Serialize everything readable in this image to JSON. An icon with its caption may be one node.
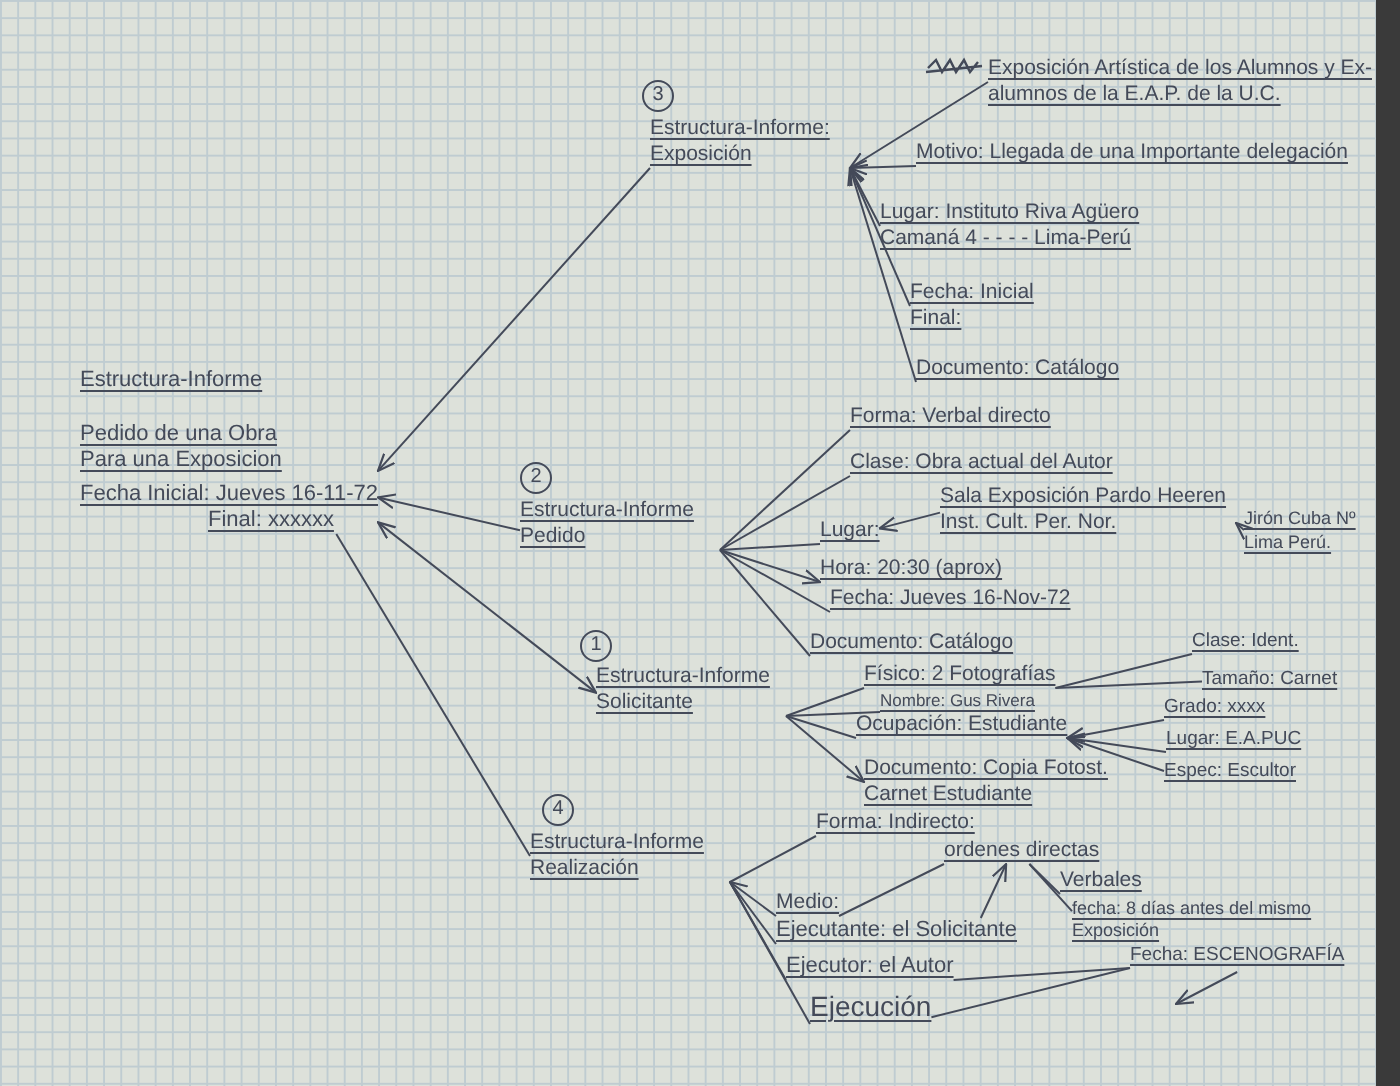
{
  "diagram": {
    "nodes": [
      {
        "text": [
          "Estructura-Informe",
          "Pedido de una Obra Para una Exposicion",
          "Fecha Inicial: Jueves 16-11-72",
          "Final: xxxxxx"
        ]
      },
      {
        "text": [
          "Estructura-Informe: Exposición"
        ],
        "beside": [
          "3"
        ]
      },
      {
        "text": [
          "Exposición Artística de los Alumnos y Ex-alumnos de la E.A.P. de la U.C."
        ]
      },
      {
        "text": [
          "Motivo: Llegada de una Importante delegación"
        ]
      },
      {
        "text": [
          "Lugar: Instituto Riva Agüero Camaná 4 - - - - Lima-Perú"
        ]
      },
      {
        "text": [
          "Fecha: Inicial Final:"
        ]
      },
      {
        "text": [
          "Documento: Catálogo"
        ]
      },
      {
        "text": [
          "Estructura-Informe Pedido"
        ],
        "beside": [
          "2"
        ]
      },
      {
        "text": [
          "Forma: Verbal directo"
        ]
      },
      {
        "text": [
          "Clase: Obra actual del Autor"
        ]
      },
      {
        "text": [
          "Lugar:"
        ]
      },
      {
        "text": [
          "Sala Exposición Pardo Heeren Inst. Cult. Per. Nor."
        ]
      },
      {
        "text": [
          "Jirón Cuba Nº Lima Perú."
        ]
      },
      {
        "text": [
          "Hora: 20:30 (aprox)"
        ]
      },
      {
        "text": [
          "Fecha: Jueves 16-Nov-72"
        ]
      },
      {
        "text": [
          "Documento: Catálogo"
        ]
      },
      {
        "text": [
          "Estructura-Informe Solicitante"
        ],
        "beside": [
          "1"
        ]
      },
      {
        "text": [
          "Físico: 2 Fotografías"
        ]
      },
      {
        "text": [
          "Clase: Ident."
        ]
      },
      {
        "text": [
          "Tamaño: Carnet"
        ]
      },
      {
        "text": [
          "Nombre: Gus Rivera"
        ]
      },
      {
        "text": [
          "Ocupación: Estudiante"
        ]
      },
      {
        "text": [
          "Grado: xxxx"
        ]
      },
      {
        "text": [
          "Lugar: E.A.PUC"
        ]
      },
      {
        "text": [
          "Espec: Escultor"
        ]
      },
      {
        "text": [
          "Documento: Copia Fotost. Carnet Estudiante"
        ]
      },
      {
        "text": [
          "Estructura-Informe Realización"
        ],
        "beside": [
          "4"
        ]
      },
      {
        "text": [
          "Forma: Indirecto:"
        ]
      },
      {
        "text": [
          "Medio:"
        ]
      },
      {
        "text": [
          "ordenes directas"
        ]
      },
      {
        "text": [
          "Verbales"
        ]
      },
      {
        "text": [
          "fecha: 8 días antes del mismo Exposición"
        ]
      },
      {
        "text": [
          "Ejecutante: el Solicitante"
        ]
      },
      {
        "text": [
          "Ejecutor: el Autor"
        ]
      },
      {
        "text": [
          "Ejecución"
        ]
      },
      {
        "text": [
          "Fecha: ESCENOGRAFÍA"
        ]
      }
    ],
    "edges": [
      {
        "from": 1,
        "to": 0,
        "arrow": "to"
      },
      {
        "from": 7,
        "to": 0,
        "arrow": "to"
      },
      {
        "from": 0,
        "to": 16,
        "arrow": "both"
      },
      {
        "from": 0,
        "to": 26,
        "arrow": "none"
      },
      {
        "from": 2,
        "to": 1,
        "arrow": "to"
      },
      {
        "from": 3,
        "to": 1,
        "arrow": "to"
      },
      {
        "from": 4,
        "to": 1,
        "arrow": "to"
      },
      {
        "from": 5,
        "to": 1,
        "arrow": "to"
      },
      {
        "from": 6,
        "to": 1,
        "arrow": "to"
      },
      {
        "from": 7,
        "to": 8,
        "arrow": "none"
      },
      {
        "from": 7,
        "to": 9,
        "arrow": "none"
      },
      {
        "from": 7,
        "to": 10,
        "arrow": "none"
      },
      {
        "from": 7,
        "to": 13,
        "arrow": "to"
      },
      {
        "from": 7,
        "to": 14,
        "arrow": "none"
      },
      {
        "from": 7,
        "to": 15,
        "arrow": "none"
      },
      {
        "from": 11,
        "to": 10,
        "arrow": "to"
      },
      {
        "from": 12,
        "to": 11,
        "arrow": "to"
      },
      {
        "from": 16,
        "to": 17,
        "arrow": "none"
      },
      {
        "from": 16,
        "to": 20,
        "arrow": "none"
      },
      {
        "from": 16,
        "to": 21,
        "arrow": "none"
      },
      {
        "from": 16,
        "to": 25,
        "arrow": "to"
      },
      {
        "from": 17,
        "to": 18,
        "arrow": "none"
      },
      {
        "from": 17,
        "to": 19,
        "arrow": "none"
      },
      {
        "from": 22,
        "to": 21,
        "arrow": "to"
      },
      {
        "from": 23,
        "to": 21,
        "arrow": "to"
      },
      {
        "from": 24,
        "to": 21,
        "arrow": "to"
      },
      {
        "from": 26,
        "to": 27,
        "arrow": "none"
      },
      {
        "from": 28,
        "to": 26,
        "arrow": "to"
      },
      {
        "from": 26,
        "to": 32,
        "arrow": "none"
      },
      {
        "from": 26,
        "to": 33,
        "arrow": "none"
      },
      {
        "from": 26,
        "to": 34,
        "arrow": "none"
      },
      {
        "from": 28,
        "to": 29,
        "arrow": "none"
      },
      {
        "from": 29,
        "to": 30,
        "arrow": "none"
      },
      {
        "from": 29,
        "to": 31,
        "arrow": "none"
      },
      {
        "from": 32,
        "to": 29,
        "arrow": "to"
      },
      {
        "from": 33,
        "to": 35,
        "arrow": "none"
      },
      {
        "from": 34,
        "to": 35,
        "arrow": "none"
      },
      {
        "from": 35,
        "to": null,
        "arrow": "to"
      }
    ]
  }
}
